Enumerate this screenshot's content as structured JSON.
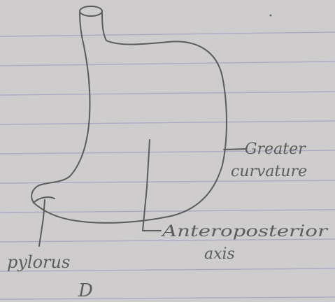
{
  "labels": {
    "greater_curvature_line1": "Greater",
    "greater_curvature_line2": "curvature",
    "anteroposterior_line1": "Anteroposterior",
    "anteroposterior_line2": "axis",
    "pylorus": "pylorus",
    "footer_mark": "D"
  },
  "colors": {
    "paper": "#cfccce",
    "rule_line": "#a5a6c3",
    "pencil": "#5c5c5a"
  }
}
